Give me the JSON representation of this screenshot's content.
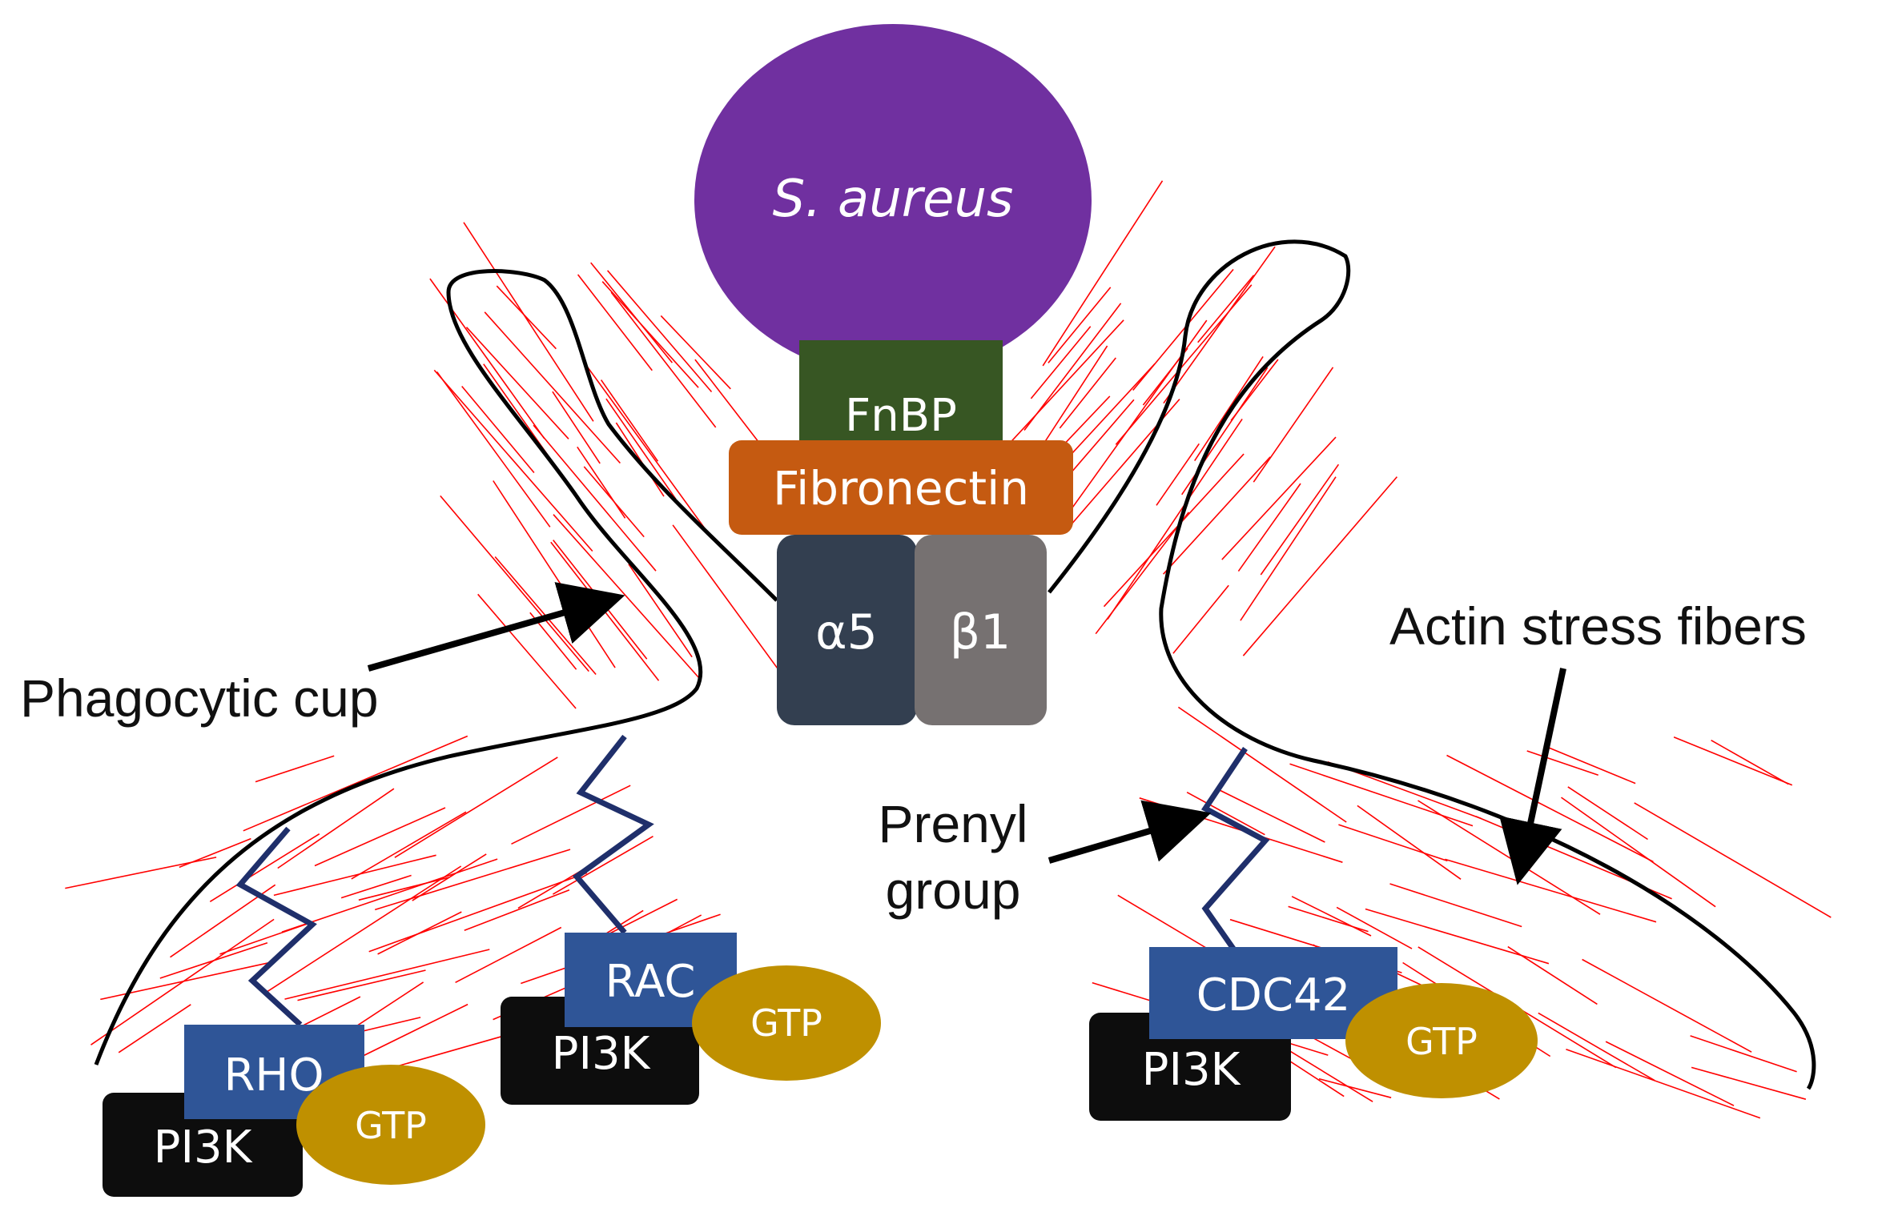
{
  "bacterium": {
    "label": "S. aureus",
    "color": "#7030a0"
  },
  "fnbp": {
    "label": "FnBP",
    "color": "#375623"
  },
  "fibronectin": {
    "label": "Fibronectin",
    "color": "#c55a11"
  },
  "integrin_a": {
    "label": "α5",
    "color": "#333f50"
  },
  "integrin_b": {
    "label": "β1",
    "color": "#767171"
  },
  "gtpase_color": "#2f5597",
  "pi3k_color": "#0d0d0d",
  "gtp_color": "#bf9000",
  "membrane_color": "#000000",
  "fiber_color": "#ff0000",
  "prenyl_color": "#1f2f6b",
  "complexes": [
    {
      "gtpase": "RHO",
      "pi3k": "PI3K",
      "gtp": "GTP"
    },
    {
      "gtpase": "RAC",
      "pi3k": "PI3K",
      "gtp": "GTP"
    },
    {
      "gtpase": "CDC42",
      "pi3k": "PI3K",
      "gtp": "GTP"
    }
  ],
  "labels": {
    "phagocytic_cup": "Phagocytic cup",
    "actin_stress_fibers": "Actin stress fibers",
    "prenyl_line1": "Prenyl",
    "prenyl_line2": "group"
  }
}
